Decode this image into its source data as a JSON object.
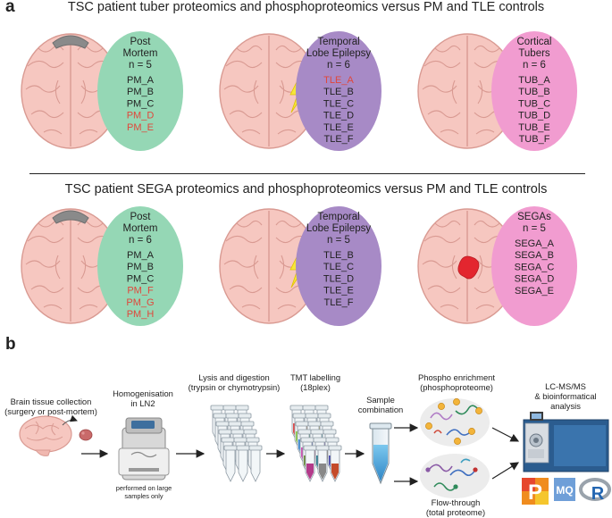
{
  "panel_a": {
    "letter": "a",
    "row1_title": "TSC patient tuber proteomics and phosphoproteomics versus PM and TLE controls",
    "row2_title": "TSC patient SEGA proteomics and phosphoproteomics versus PM and TLE controls",
    "row1_groups": [
      {
        "title": [
          "Post",
          "Mortem"
        ],
        "n": "n = 5",
        "color": "#95d7b5",
        "samples": [
          {
            "id": "PM_A",
            "flag": false
          },
          {
            "id": "PM_B",
            "flag": false
          },
          {
            "id": "PM_C",
            "flag": false
          },
          {
            "id": "PM_D",
            "flag": true
          },
          {
            "id": "PM_E",
            "flag": true
          }
        ]
      },
      {
        "title": [
          "Temporal",
          "Lobe Epilepsy"
        ],
        "n": "n = 6",
        "color": "#a78ac6",
        "samples": [
          {
            "id": "TLE_A",
            "flag": true
          },
          {
            "id": "TLE_B",
            "flag": false
          },
          {
            "id": "TLE_C",
            "flag": false
          },
          {
            "id": "TLE_D",
            "flag": false
          },
          {
            "id": "TLE_E",
            "flag": false
          },
          {
            "id": "TLE_F",
            "flag": false
          }
        ]
      },
      {
        "title": [
          "Cortical",
          "Tubers"
        ],
        "n": "n = 6",
        "color": "#f19cd0",
        "samples": [
          {
            "id": "TUB_A",
            "flag": false
          },
          {
            "id": "TUB_B",
            "flag": false
          },
          {
            "id": "TUB_C",
            "flag": false
          },
          {
            "id": "TUB_D",
            "flag": false
          },
          {
            "id": "TUB_E",
            "flag": false
          },
          {
            "id": "TUB_F",
            "flag": false
          }
        ]
      }
    ],
    "row2_groups": [
      {
        "title": [
          "Post",
          "Mortem"
        ],
        "n": "n = 6",
        "color": "#95d7b5",
        "samples": [
          {
            "id": "PM_A",
            "flag": false
          },
          {
            "id": "PM_B",
            "flag": false
          },
          {
            "id": "PM_C",
            "flag": false
          },
          {
            "id": "PM_F",
            "flag": true
          },
          {
            "id": "PM_G",
            "flag": true
          },
          {
            "id": "PM_H",
            "flag": true
          }
        ]
      },
      {
        "title": [
          "Temporal",
          "Lobe Epilepsy"
        ],
        "n": "n = 5",
        "color": "#a78ac6",
        "samples": [
          {
            "id": "TLE_B",
            "flag": false
          },
          {
            "id": "TLE_C",
            "flag": false
          },
          {
            "id": "TLE_D",
            "flag": false
          },
          {
            "id": "TLE_E",
            "flag": false
          },
          {
            "id": "TLE_F",
            "flag": false
          }
        ]
      },
      {
        "title": [
          "SEGAs"
        ],
        "n": "n = 5",
        "color": "#f19cd0",
        "samples": [
          {
            "id": "SEGA_A",
            "flag": false
          },
          {
            "id": "SEGA_B",
            "flag": false
          },
          {
            "id": "SEGA_C",
            "flag": false
          },
          {
            "id": "SEGA_D",
            "flag": false
          },
          {
            "id": "SEGA_E",
            "flag": false
          }
        ]
      }
    ]
  },
  "panel_b": {
    "letter": "b",
    "steps": {
      "collection": [
        "Brain tissue collection",
        "(surgery or post-mortem)"
      ],
      "homogenisation": [
        "Homogenisation",
        "in LN2"
      ],
      "homogenisation_note": [
        "performed on large",
        "samples only"
      ],
      "lysis": [
        "Lysis and digestion",
        "(trypsin or chymotrypsin)"
      ],
      "tmt": [
        "TMT labelling",
        "(18plex)"
      ],
      "combination": [
        "Sample",
        "combination"
      ],
      "phospho": [
        "Phospho enrichment",
        "(phosphoproteome)"
      ],
      "flowthrough": [
        "Flow-through",
        "(total proteome)"
      ],
      "lcms": [
        "LC-MS/MS",
        "& bioinformatical",
        "analysis"
      ]
    },
    "logos": {
      "p_letter": "P",
      "mq_letters": "MQ",
      "r_letter": "R"
    }
  },
  "colors": {
    "flag_text": "#e0473b",
    "normal_text": "#222222",
    "brain_fill": "#f6c7c0",
    "brain_stroke": "#d99a92",
    "lightning": "#f5e63a",
    "lesion": "#e3262f",
    "pm_cap": "#8a8a8a"
  }
}
